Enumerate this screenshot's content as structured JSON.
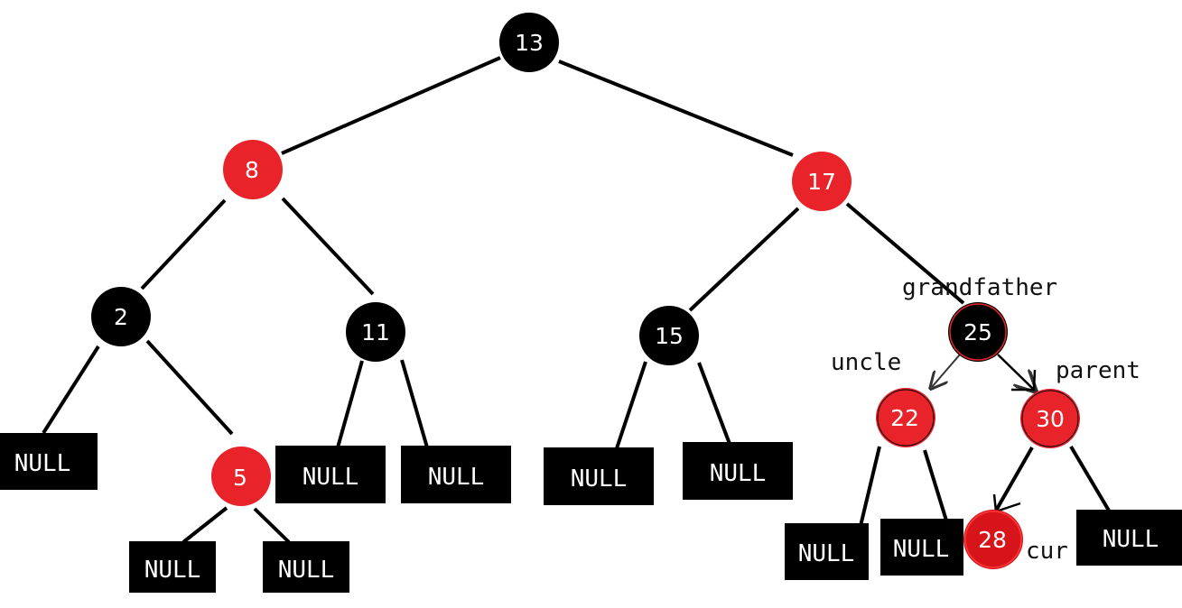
{
  "colors": {
    "black_node": "#000000",
    "red_node": "#e8232a",
    "red_node_dark": "#d8141b",
    "edge": "#000000",
    "pointer_arrow": "#333333",
    "null_box": "#000000",
    "text_on_node": "#ffffff"
  },
  "tree": {
    "root": {
      "key": "13",
      "color": "black"
    },
    "n8": {
      "key": "8",
      "color": "red"
    },
    "n17": {
      "key": "17",
      "color": "red"
    },
    "n2": {
      "key": "2",
      "color": "black"
    },
    "n11": {
      "key": "11",
      "color": "black"
    },
    "n15": {
      "key": "15",
      "color": "black"
    },
    "n25": {
      "key": "25",
      "color": "black"
    },
    "n5": {
      "key": "5",
      "color": "red"
    },
    "n22": {
      "key": "22",
      "color": "red"
    },
    "n30": {
      "key": "30",
      "color": "red"
    },
    "n28": {
      "key": "28",
      "color": "red"
    }
  },
  "null_label": "NULL",
  "annotations": {
    "grandfather": "grandfather",
    "uncle": "uncle",
    "parent": "parent",
    "cur": "cur"
  }
}
